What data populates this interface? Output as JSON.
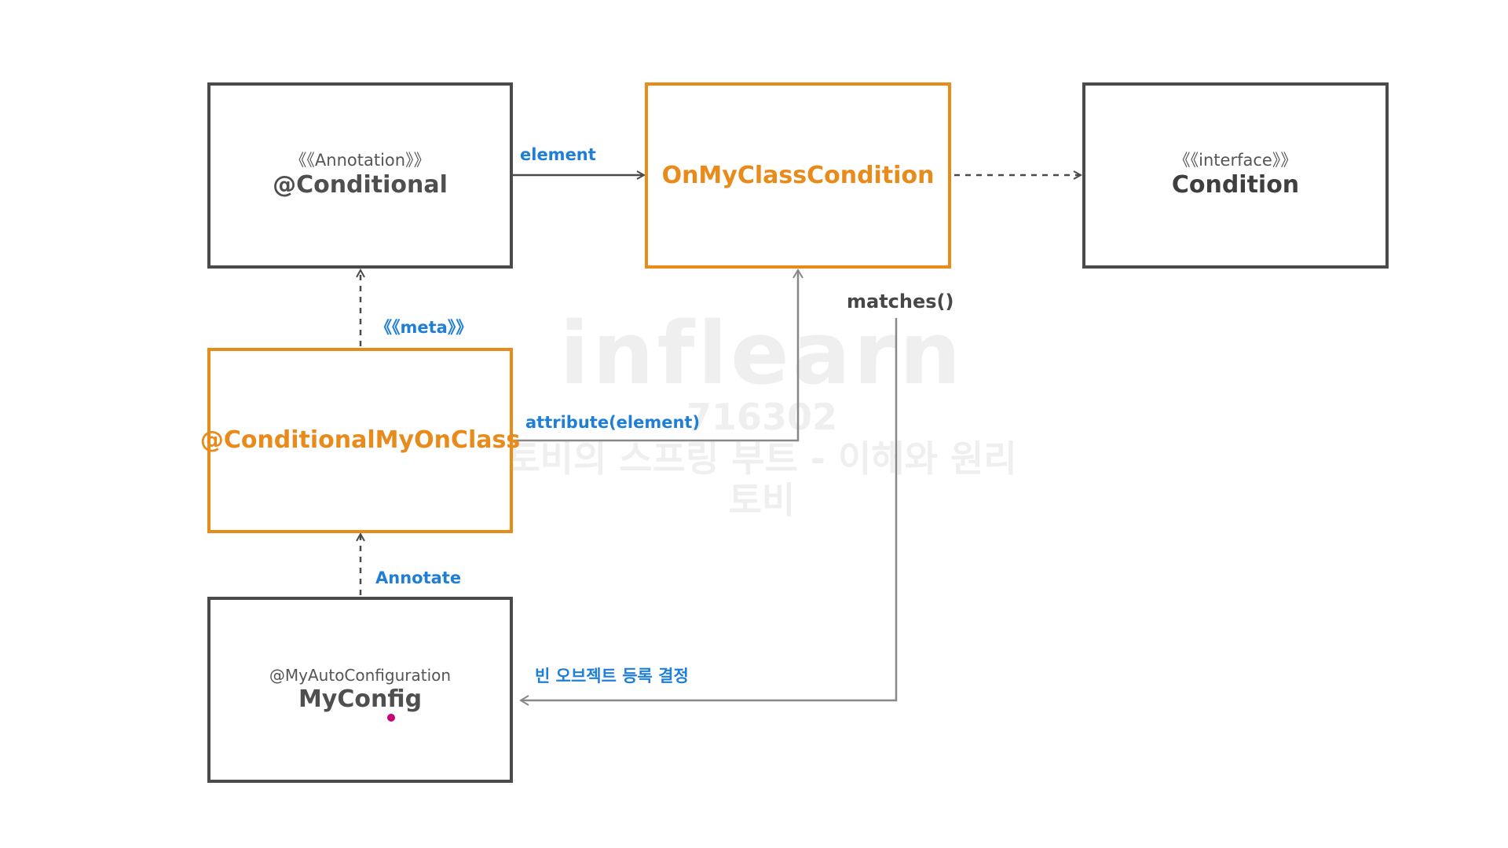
{
  "boxes": {
    "conditional": {
      "stereotype": "《《Annotation》》",
      "name": "@Conditional"
    },
    "onmyclass": {
      "name": "OnMyClassCondition"
    },
    "condition": {
      "stereotype": "《《interface》》",
      "name": "Condition"
    },
    "conditionalmyonclass": {
      "name": "@ConditionalMyOnClass"
    },
    "myconfig": {
      "annotation": "@MyAutoConfiguration",
      "name": "MyConfig"
    }
  },
  "labels": {
    "element": "element",
    "meta": "《《meta》》",
    "attribute": "attribute(element)",
    "matches": "matches()",
    "annotate": "Annotate",
    "bean_decision": "빈 오브젝트 등록 결정"
  },
  "watermark": {
    "logo": "inflearn",
    "id": "716302",
    "course": "토비의 스프링 부트 - 이해와 원리",
    "author": "토비"
  },
  "colors": {
    "orange": "#e88b1a",
    "gray_border": "#4a4a4a",
    "label_blue": "#1f7fd6",
    "pointer_dot": "#c8007a"
  }
}
